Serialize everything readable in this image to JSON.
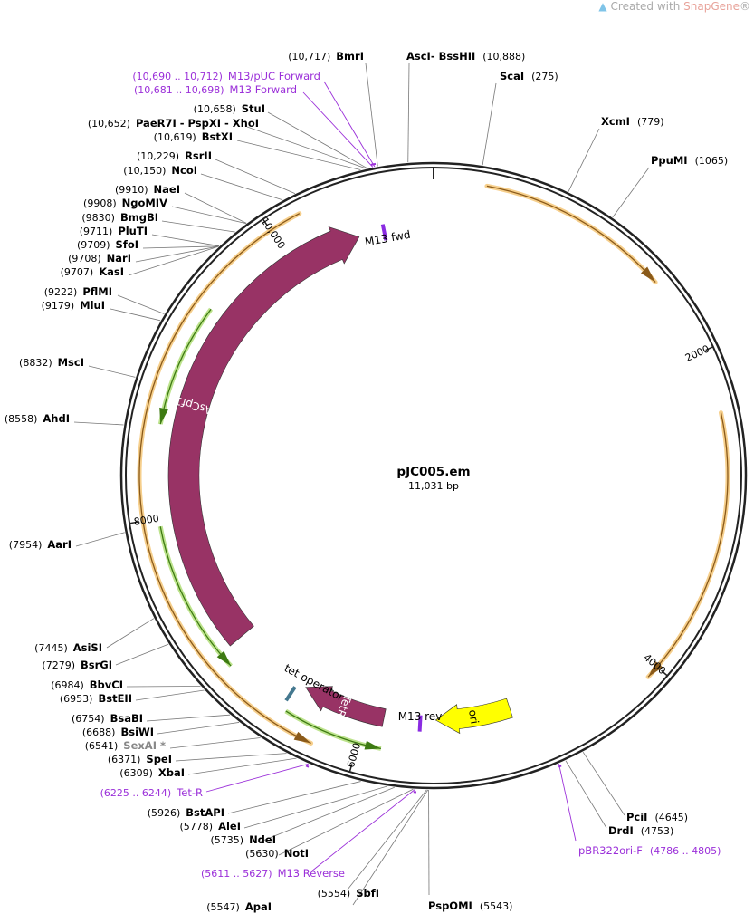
{
  "credit": {
    "prefix": "Created with ",
    "brand": "SnapGene",
    "reg": "®"
  },
  "plasmid": {
    "name": "pJC005.em",
    "length_label": "11,031 bp",
    "length": 11031
  },
  "ticks": [
    {
      "pos": 2000,
      "label": "2000"
    },
    {
      "pos": 4000,
      "label": "4000"
    },
    {
      "pos": 6000,
      "label": "6000"
    },
    {
      "pos": 8000,
      "label": "8000"
    },
    {
      "pos": 10000,
      "label": "10,000"
    }
  ],
  "features": [
    {
      "name": "AsCpf1",
      "start": 7050,
      "end": 10500,
      "color": "#983365",
      "label_color": "#ffffff",
      "dir": 1,
      "show_label": true
    },
    {
      "name": "TetR",
      "start": 5870,
      "end": 6470,
      "color": "#983365",
      "label_color": "#ffffff",
      "dir": 1,
      "show_label": true
    },
    {
      "name": "ori",
      "start": 4960,
      "end": 5500,
      "color": "#ffff00",
      "label_color": "#000000",
      "dir": 1,
      "show_label": true
    },
    {
      "name": "tet operator",
      "start": 6535,
      "end": 6560,
      "color": "#44788f",
      "label_color": "#000000",
      "dir": 0,
      "show_label": false
    },
    {
      "name": "M13 fwd",
      "start": 10680,
      "end": 10700,
      "color": "#8a2be2",
      "label_color": "#000000",
      "dir": 1,
      "show_label": false
    },
    {
      "name": "M13 rev",
      "start": 5611,
      "end": 5627,
      "color": "#8a2be2",
      "label_color": "#000000",
      "dir": -1,
      "show_label": false
    }
  ],
  "feature_labels": [
    {
      "text": "tet operator",
      "side": "tet-operator"
    },
    {
      "text": "M13 fwd",
      "side": "m13-fwd"
    },
    {
      "text": "M13 rev",
      "side": "m13-rev"
    }
  ],
  "enzymes_right": [
    {
      "name": "AscI",
      "extra": " - BssHII",
      "pos_label": "(10,888)",
      "site": 10888
    },
    {
      "name": "ScaI",
      "pos_label": "(275)",
      "site": 275
    },
    {
      "name": "XcmI",
      "pos_label": "(779)",
      "site": 779
    },
    {
      "name": "PpuMI",
      "pos_label": "(1065)",
      "site": 1065
    },
    {
      "name": "PciI",
      "pos_label": "(4645)",
      "site": 4645
    },
    {
      "name": "DrdI",
      "pos_label": "(4753)",
      "site": 4753
    },
    {
      "name": "pBR322ori-F",
      "pos_label": "(4786 .. 4805)",
      "site": 4795,
      "primer": true
    },
    {
      "name": "PspOMI",
      "pos_label": "(5543)",
      "site": 5543
    }
  ],
  "enzymes_left": [
    {
      "name": "BmrI",
      "pos_label": "(10,717)",
      "site": 10717
    },
    {
      "name": "M13/pUC Forward",
      "pos_label": "(10,690 .. 10,712)",
      "site": 10700,
      "primer": true
    },
    {
      "name": "M13 Forward",
      "pos_label": "(10,681 .. 10,698)",
      "site": 10690,
      "primer": true
    },
    {
      "name": "StuI",
      "pos_label": "(10,658)",
      "site": 10658
    },
    {
      "name": "PaeR7I - PspXI - XhoI",
      "pos_label": "(10,652)",
      "site": 10652
    },
    {
      "name": "BstXI",
      "pos_label": "(10,619)",
      "site": 10619
    },
    {
      "name": "RsrII",
      "pos_label": "(10,229)",
      "site": 10229
    },
    {
      "name": "NcoI",
      "pos_label": "(10,150)",
      "site": 10150
    },
    {
      "name": "NaeI",
      "pos_label": "(9910)",
      "site": 9910
    },
    {
      "name": "NgoMIV",
      "pos_label": "(9908)",
      "site": 9908
    },
    {
      "name": "BmgBI",
      "pos_label": "(9830)",
      "site": 9830
    },
    {
      "name": "PluTI",
      "pos_label": "(9711)",
      "site": 9711
    },
    {
      "name": "SfoI",
      "pos_label": "(9709)",
      "site": 9709
    },
    {
      "name": "NarI",
      "pos_label": "(9708)",
      "site": 9708
    },
    {
      "name": "KasI",
      "pos_label": "(9707)",
      "site": 9707
    },
    {
      "name": "PflMI",
      "pos_label": "(9222)",
      "site": 9222
    },
    {
      "name": "MluI",
      "pos_label": "(9179)",
      "site": 9179
    },
    {
      "name": "MscI",
      "pos_label": "(8832)",
      "site": 8832
    },
    {
      "name": "AhdI",
      "pos_label": "(8558)",
      "site": 8558
    },
    {
      "name": "AarI",
      "pos_label": "(7954)",
      "site": 7954
    },
    {
      "name": "AsiSI",
      "pos_label": "(7445)",
      "site": 7445
    },
    {
      "name": "BsrGI",
      "pos_label": "(7279)",
      "site": 7279
    },
    {
      "name": "BbvCI",
      "pos_label": "(6984)",
      "site": 6984
    },
    {
      "name": "BstEII",
      "pos_label": "(6953)",
      "site": 6953
    },
    {
      "name": "BsaBI",
      "pos_label": "(6754)",
      "site": 6754
    },
    {
      "name": "BsiWI",
      "pos_label": "(6688)",
      "site": 6688
    },
    {
      "name": "SexAI *",
      "pos_label": "(6541)",
      "site": 6541,
      "gray": true
    },
    {
      "name": "SpeI",
      "pos_label": "(6371)",
      "site": 6371
    },
    {
      "name": "XbaI",
      "pos_label": "(6309)",
      "site": 6309
    },
    {
      "name": "Tet-R",
      "pos_label": "(6225 .. 6244)",
      "site": 6235,
      "primer": true
    },
    {
      "name": "BstAPI",
      "pos_label": "(5926)",
      "site": 5926
    },
    {
      "name": "AleI",
      "pos_label": "(5778)",
      "site": 5778
    },
    {
      "name": "NdeI",
      "pos_label": "(5735)",
      "site": 5735
    },
    {
      "name": "NotI",
      "pos_label": "(5630)",
      "site": 5630
    },
    {
      "name": "M13 Reverse",
      "pos_label": "(5611 .. 5627)",
      "site": 5619,
      "primer": true
    },
    {
      "name": "SbfI",
      "pos_label": "(5554)",
      "site": 5554
    },
    {
      "name": "ApaI",
      "pos_label": "(5547)",
      "site": 5547
    }
  ],
  "colors": {
    "backbone": "#222222",
    "orf_outline": "#f2b45a",
    "green_arrow": "#6aa832",
    "primer": "#9b30d9"
  }
}
